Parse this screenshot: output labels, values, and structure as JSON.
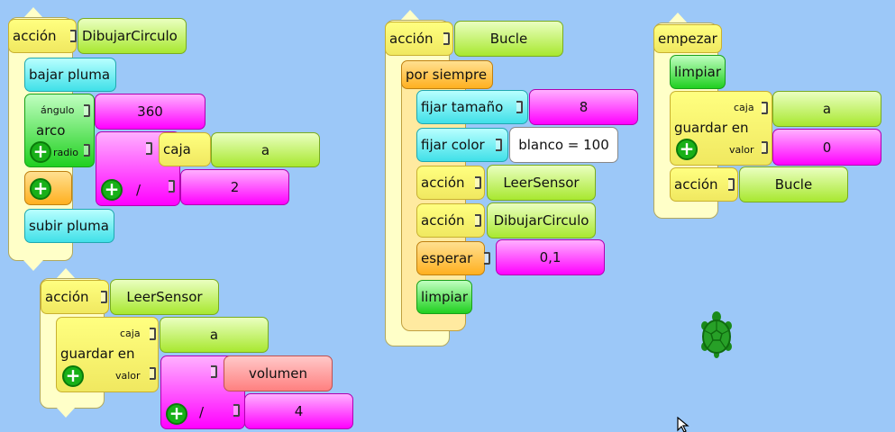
{
  "blocks": {
    "dibujar": {
      "accion": "acción",
      "name": "DibujarCirculo",
      "bajar": "bajar pluma",
      "angulo": "ángulo",
      "arco": "arco",
      "radio": "radio",
      "angulo_value": "360",
      "caja": "caja",
      "caja_value": "a",
      "div": "/",
      "div_value": "2",
      "subir": "subir pluma",
      "plus": "+"
    },
    "leer": {
      "accion": "acción",
      "name": "LeerSensor",
      "caja": "caja",
      "caja_value": "a",
      "guardar": "guardar en",
      "valor": "valor",
      "volumen": "volumen",
      "div": "/",
      "div_value": "4",
      "plus": "+"
    },
    "bucle": {
      "accion": "acción",
      "name": "Bucle",
      "por_siempre": "por siempre",
      "fijar_tamano": "fijar tamaño",
      "tamano_value": "8",
      "fijar_color": "fijar color",
      "color_value": "blanco = 100",
      "call1_label": "acción",
      "call1": "LeerSensor",
      "call2_label": "acción",
      "call2": "DibujarCirculo",
      "esperar": "esperar",
      "esperar_value": "0,1",
      "limpiar": "limpiar"
    },
    "empezar": {
      "title": "empezar",
      "limpiar": "limpiar",
      "caja": "caja",
      "caja_value": "a",
      "guardar": "guardar en",
      "valor": "valor",
      "valor_value": "0",
      "accion": "acción",
      "call": "Bucle",
      "plus": "+"
    }
  },
  "icons": {
    "turtle": "turtle-icon",
    "cursor": "mouse-cursor-icon"
  },
  "colors": {
    "background": "#9cc8f8",
    "action": "#ffff80",
    "pen": "#40e0e8",
    "value": "#a8e830",
    "number": "#ff00ff",
    "turtle": "#1a8a1a"
  }
}
